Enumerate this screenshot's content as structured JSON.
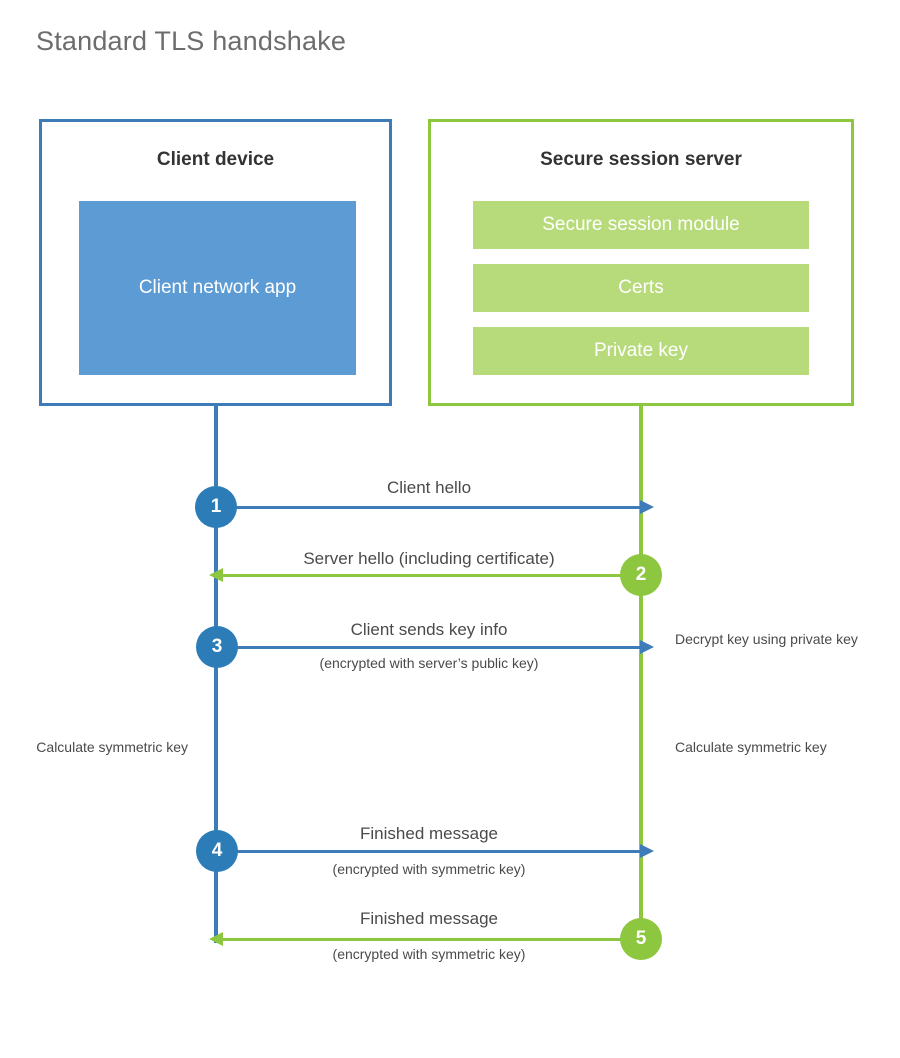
{
  "title": "Standard TLS handshake",
  "colors": {
    "client_accent": "#3d7cb8",
    "client_fill": "#5c9bd4",
    "client_circle": "#2c7cb8",
    "server_accent": "#8dc63f",
    "server_fill": "#b7db7a",
    "text": "#4a4a4a",
    "title": "#6d6d6d"
  },
  "actors": {
    "client": {
      "title": "Client device",
      "component": "Client network app"
    },
    "server": {
      "title": "Secure session server",
      "items": [
        "Secure session module",
        "Certs",
        "Private key"
      ]
    }
  },
  "steps": [
    {
      "number": "1",
      "label": "Client hello",
      "sub": "",
      "direction": "client-to-server",
      "color": "blue"
    },
    {
      "number": "2",
      "label": "Server hello (including certificate)",
      "sub": "",
      "direction": "server-to-client",
      "color": "green"
    },
    {
      "number": "3",
      "label": "Client sends key info",
      "sub": "(encrypted with server’s public key)",
      "direction": "client-to-server",
      "color": "blue"
    },
    {
      "number": "4",
      "label": "Finished message",
      "sub": "(encrypted with symmetric key)",
      "direction": "client-to-server",
      "color": "blue"
    },
    {
      "number": "5",
      "label": "Finished message",
      "sub": "(encrypted with symmetric key)",
      "direction": "server-to-client",
      "color": "green"
    }
  ],
  "notes": {
    "decrypt": "Decrypt key using private key",
    "client_symmetric_key": "Calculate symmetric key",
    "server_symmetric_key": "Calculate symmetric key"
  }
}
